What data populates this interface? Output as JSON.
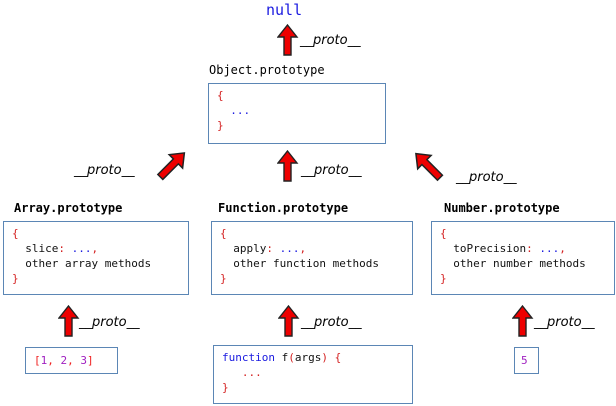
{
  "diagram": {
    "title_text": "null",
    "edge_label": "__proto__",
    "nodes": {
      "null_node": {
        "label": "null"
      },
      "object_prototype": {
        "label": "Object.prototype",
        "bold": false,
        "lines": [
          {
            "tokens": [
              {
                "text": "{",
                "kind": "brace"
              }
            ]
          },
          {
            "tokens": [
              {
                "text": "  ...",
                "kind": "dots"
              }
            ]
          },
          {
            "tokens": [
              {
                "text": "}",
                "kind": "brace"
              }
            ]
          }
        ]
      },
      "array_prototype": {
        "label": "Array.prototype",
        "bold": true,
        "lines": [
          {
            "tokens": [
              {
                "text": "{",
                "kind": "brace"
              }
            ]
          },
          {
            "tokens": [
              {
                "text": "  slice",
                "kind": "ident"
              },
              {
                "text": ":",
                "kind": "colon"
              },
              {
                "text": " ",
                "kind": "plain"
              },
              {
                "text": "...",
                "kind": "dots"
              },
              {
                "text": ",",
                "kind": "colon"
              }
            ]
          },
          {
            "tokens": [
              {
                "text": "  other array methods",
                "kind": "ident"
              }
            ]
          },
          {
            "tokens": [
              {
                "text": "}",
                "kind": "brace"
              }
            ]
          }
        ]
      },
      "function_prototype": {
        "label": "Function.prototype",
        "bold": true,
        "lines": [
          {
            "tokens": [
              {
                "text": "{",
                "kind": "brace"
              }
            ]
          },
          {
            "tokens": [
              {
                "text": "  apply",
                "kind": "ident"
              },
              {
                "text": ":",
                "kind": "colon"
              },
              {
                "text": " ",
                "kind": "plain"
              },
              {
                "text": "...",
                "kind": "dots"
              },
              {
                "text": ",",
                "kind": "colon"
              }
            ]
          },
          {
            "tokens": [
              {
                "text": "  other function methods",
                "kind": "ident"
              }
            ]
          },
          {
            "tokens": [
              {
                "text": "}",
                "kind": "brace"
              }
            ]
          }
        ]
      },
      "number_prototype": {
        "label": "Number.prototype",
        "bold": true,
        "lines": [
          {
            "tokens": [
              {
                "text": "{",
                "kind": "brace"
              }
            ]
          },
          {
            "tokens": [
              {
                "text": "  toPrecision",
                "kind": "ident"
              },
              {
                "text": ":",
                "kind": "colon"
              },
              {
                "text": " ",
                "kind": "plain"
              },
              {
                "text": "...",
                "kind": "dots"
              },
              {
                "text": ",",
                "kind": "colon"
              }
            ]
          },
          {
            "tokens": [
              {
                "text": "  other number methods",
                "kind": "ident"
              }
            ]
          },
          {
            "tokens": [
              {
                "text": "}",
                "kind": "brace"
              }
            ]
          }
        ]
      },
      "array_instance": {
        "label": "",
        "lines": [
          {
            "tokens": [
              {
                "text": "[",
                "kind": "punct"
              },
              {
                "text": "1",
                "kind": "num"
              },
              {
                "text": ", ",
                "kind": "punct"
              },
              {
                "text": "2",
                "kind": "num"
              },
              {
                "text": ", ",
                "kind": "punct"
              },
              {
                "text": "3",
                "kind": "num"
              },
              {
                "text": "]",
                "kind": "punct"
              }
            ]
          }
        ]
      },
      "function_instance": {
        "label": "",
        "lines": [
          {
            "tokens": [
              {
                "text": "function",
                "kind": "kw"
              },
              {
                "text": " f",
                "kind": "ident"
              },
              {
                "text": "(",
                "kind": "paren"
              },
              {
                "text": "args",
                "kind": "ident"
              },
              {
                "text": ")",
                "kind": "paren"
              },
              {
                "text": " ",
                "kind": "plain"
              },
              {
                "text": "{",
                "kind": "brace"
              }
            ]
          },
          {
            "tokens": [
              {
                "text": "   ...",
                "kind": "reddots"
              }
            ]
          },
          {
            "tokens": [
              {
                "text": "}",
                "kind": "brace"
              }
            ]
          }
        ]
      },
      "number_instance": {
        "label": "",
        "lines": [
          {
            "tokens": [
              {
                "text": "5",
                "kind": "num"
              }
            ]
          }
        ]
      }
    },
    "edges": [
      {
        "name": "object-to-null",
        "label": "__proto__",
        "direction": "up"
      },
      {
        "name": "array-to-object",
        "label": "__proto__",
        "direction": "up-right"
      },
      {
        "name": "function-to-object",
        "label": "__proto__",
        "direction": "up"
      },
      {
        "name": "number-to-object",
        "label": "__proto__",
        "direction": "up-left"
      },
      {
        "name": "arrayinst-to-array",
        "label": "__proto__",
        "direction": "up"
      },
      {
        "name": "funcinst-to-function",
        "label": "__proto__",
        "direction": "up"
      },
      {
        "name": "numinst-to-number",
        "label": "__proto__",
        "direction": "up"
      }
    ],
    "colors": {
      "box_border": "#5b86b5",
      "arrow_fill": "#ee0000",
      "arrow_stroke": "#000000",
      "keyword": "#1a1ae0",
      "brace": "#d42121",
      "number": "#a020c0",
      "null_text": "#1a1ae0"
    }
  }
}
